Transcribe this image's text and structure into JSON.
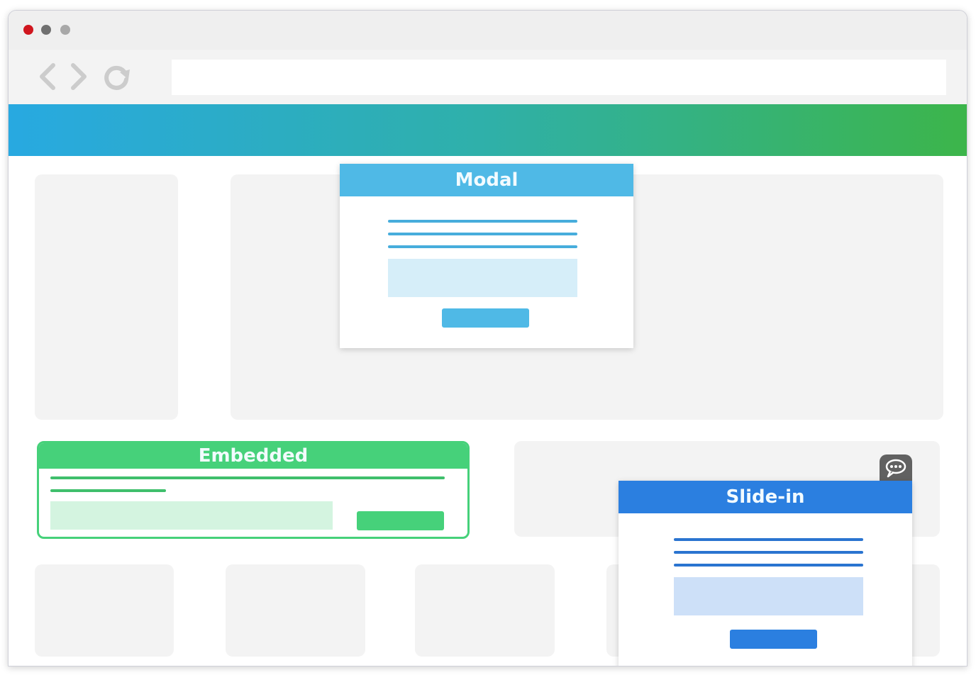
{
  "browser": {
    "window_controls": [
      {
        "name": "close",
        "color": "#d0161e"
      },
      {
        "name": "minimize",
        "color": "#707070"
      },
      {
        "name": "maximize",
        "color": "#a8a8a8"
      }
    ],
    "nav_icons": [
      "back-arrow-icon",
      "forward-arrow-icon",
      "reload-icon"
    ],
    "url": ""
  },
  "colors": {
    "hero_start": "#28a9e1",
    "hero_end": "#3cb54a",
    "placeholder": "#f3f3f3",
    "modal_accent": "#4fb9e6",
    "modal_field": "#d6eef9",
    "embedded_accent": "#46d17a",
    "embedded_field": "#d4f4e0",
    "slidein_accent": "#2b7fe0",
    "slidein_field": "#cde0f8",
    "chat_badge": "#616161"
  },
  "modal": {
    "title": "Modal"
  },
  "embedded": {
    "title": "Embedded"
  },
  "slidein": {
    "title": "Slide-in",
    "badge_icon": "chat-bubble-icon"
  }
}
